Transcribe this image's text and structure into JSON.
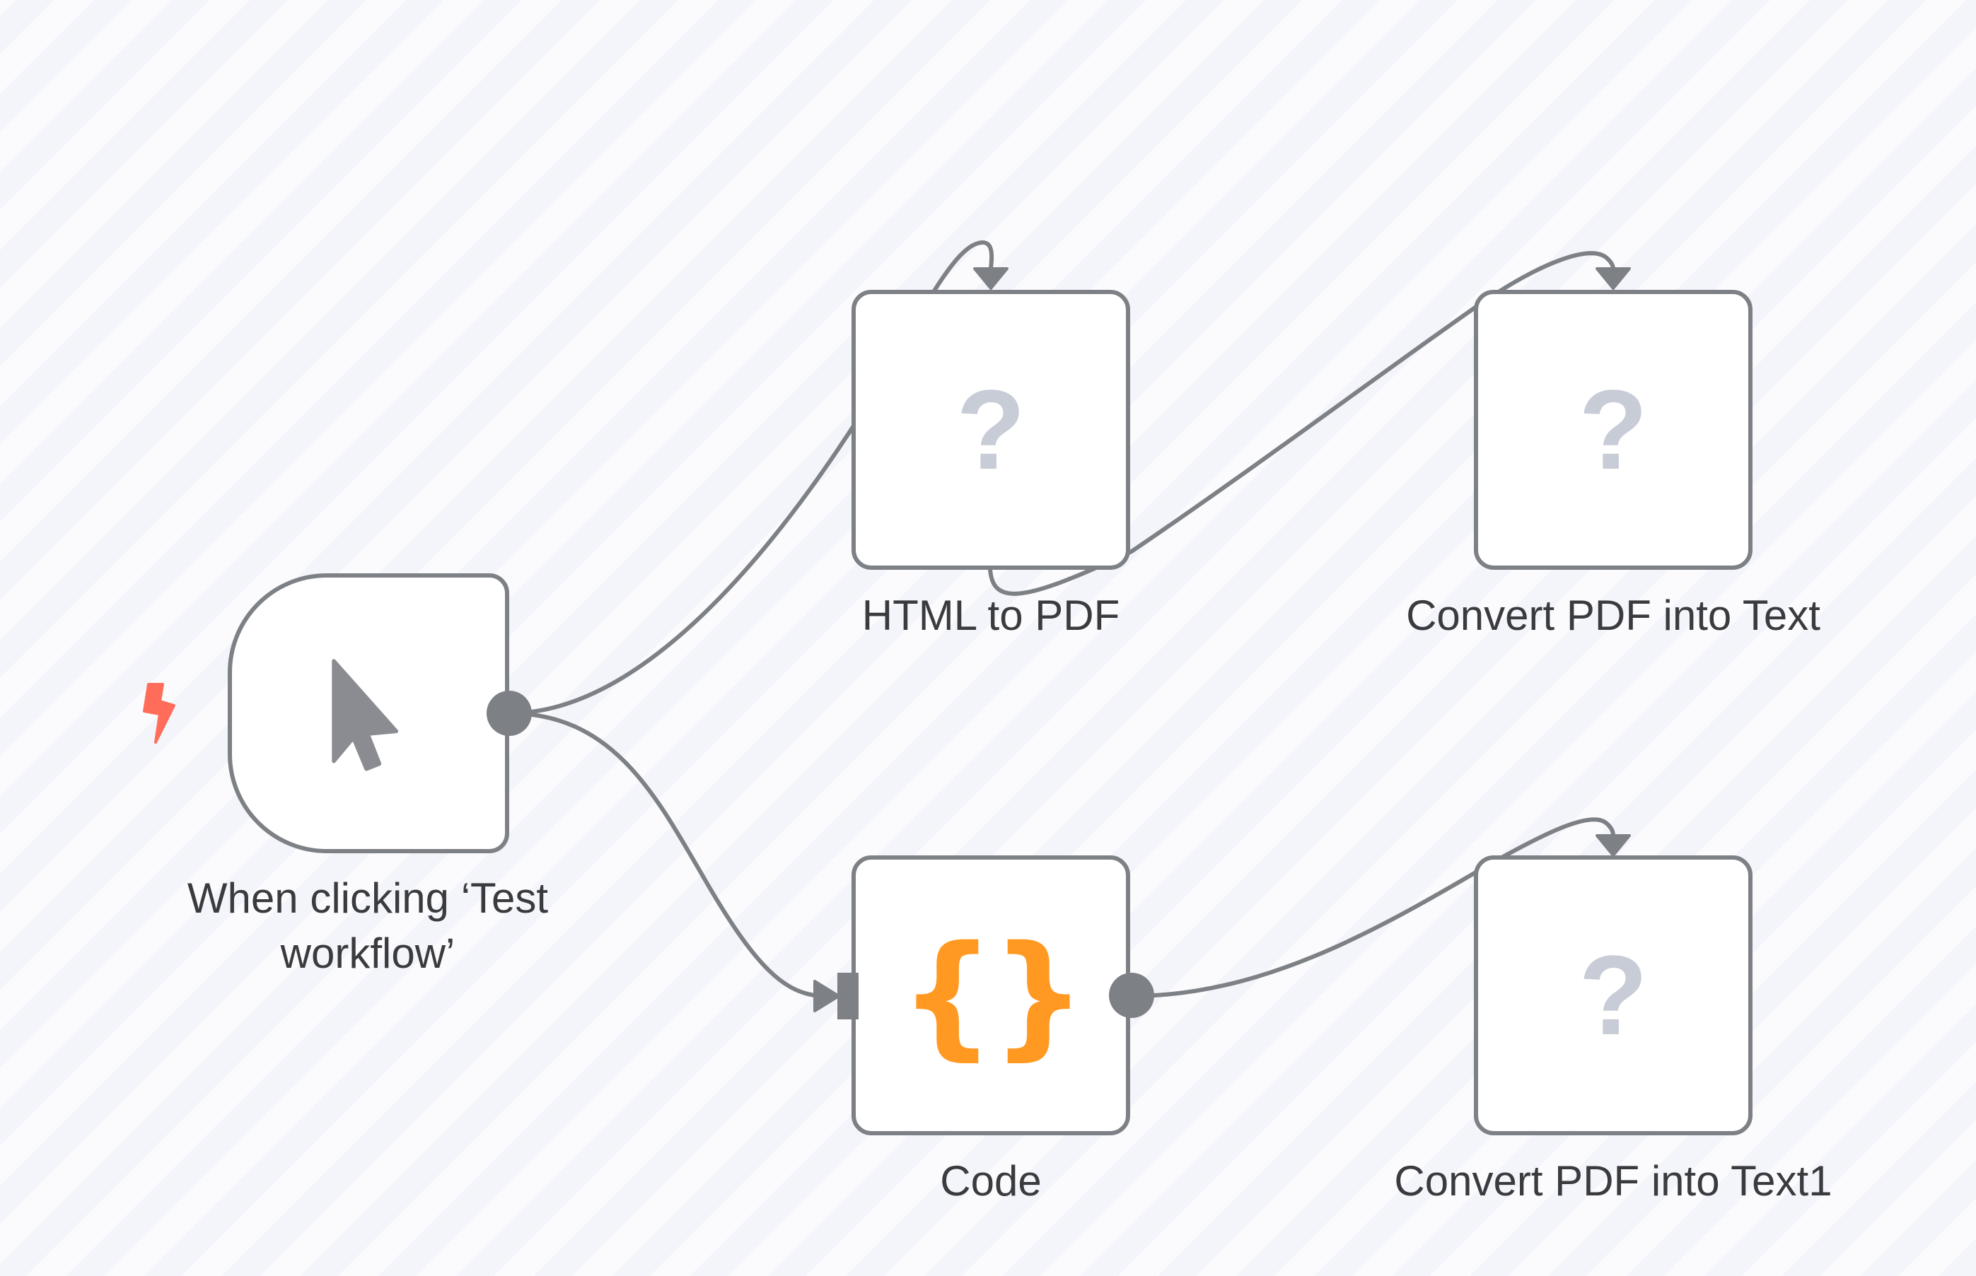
{
  "canvas": {
    "background": "striped",
    "stripe_colors": [
      "#f4f5fb",
      "#fbfbfd"
    ]
  },
  "colors": {
    "node_border": "#7d8085",
    "edge": "#7d8085",
    "label_text": "#3a3b3f",
    "unknown_icon": "#c7ccd6",
    "code_icon": "#ff9922",
    "trigger_bolt": "#ff6d5a"
  },
  "nodes": [
    {
      "id": "trigger",
      "label": "When clicking ‘Test workflow’",
      "label_lines": [
        "When clicking ‘Test",
        "workflow’"
      ],
      "icon": "mouse-pointer-icon",
      "type": "manual-trigger"
    },
    {
      "id": "html_to_pdf",
      "label": "HTML to PDF",
      "icon": "question-mark-icon",
      "type": "unknown"
    },
    {
      "id": "convert_pdf_text",
      "label": "Convert PDF into Text",
      "icon": "question-mark-icon",
      "type": "unknown"
    },
    {
      "id": "code",
      "label": "Code",
      "icon": "code-braces-icon",
      "icon_text": "{}",
      "type": "code"
    },
    {
      "id": "convert_pdf_text1",
      "label": "Convert PDF into Text1",
      "icon": "question-mark-icon",
      "type": "unknown"
    }
  ],
  "connections": [
    {
      "from": "trigger",
      "to": "html_to_pdf"
    },
    {
      "from": "trigger",
      "to": "code"
    },
    {
      "from": "html_to_pdf",
      "to": "convert_pdf_text"
    },
    {
      "from": "code",
      "to": "convert_pdf_text1"
    }
  ],
  "icons": {
    "question_mark": "?",
    "code_braces": "{}",
    "trigger_bolt": "bolt-icon"
  }
}
